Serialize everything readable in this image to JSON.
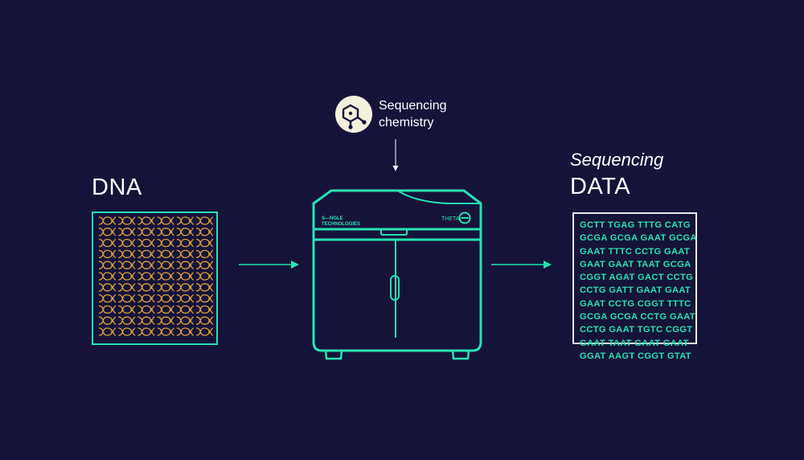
{
  "colors": {
    "background": "#16133a",
    "accent": "#27e1b1",
    "dna_helix": "#d9a03a",
    "text": "#ffffff",
    "chem_badge": "#f4f0de"
  },
  "input": {
    "label": "DNA"
  },
  "chemistry": {
    "line1": "Sequencing",
    "line2": "chemistry",
    "icon": "molecule-icon"
  },
  "machine": {
    "brand_line1": "S—NGLE",
    "brand_line2": "TECHNOLOGIES",
    "model": "THETA"
  },
  "output": {
    "subtitle": "Sequencing",
    "title": "DATA",
    "rows": [
      "GCTT TGAG TTTG CATG",
      "GCGA GCGA GAAT GCGA",
      "GAAT TTTC CCTG GAAT",
      "GAAT GAAT TAAT GCGA",
      "CGGT AGAT GACT CCTG",
      "CCTG GATT GAAT GAAT",
      "GAAT CCTG CGGT TTTC",
      "GCGA GCGA CCTG GAAT",
      "CCTG GAAT TGTC CGGT",
      "GAAT TAAT GAAT GAAT",
      "GGAT AAGT CGGT GTAT"
    ]
  }
}
